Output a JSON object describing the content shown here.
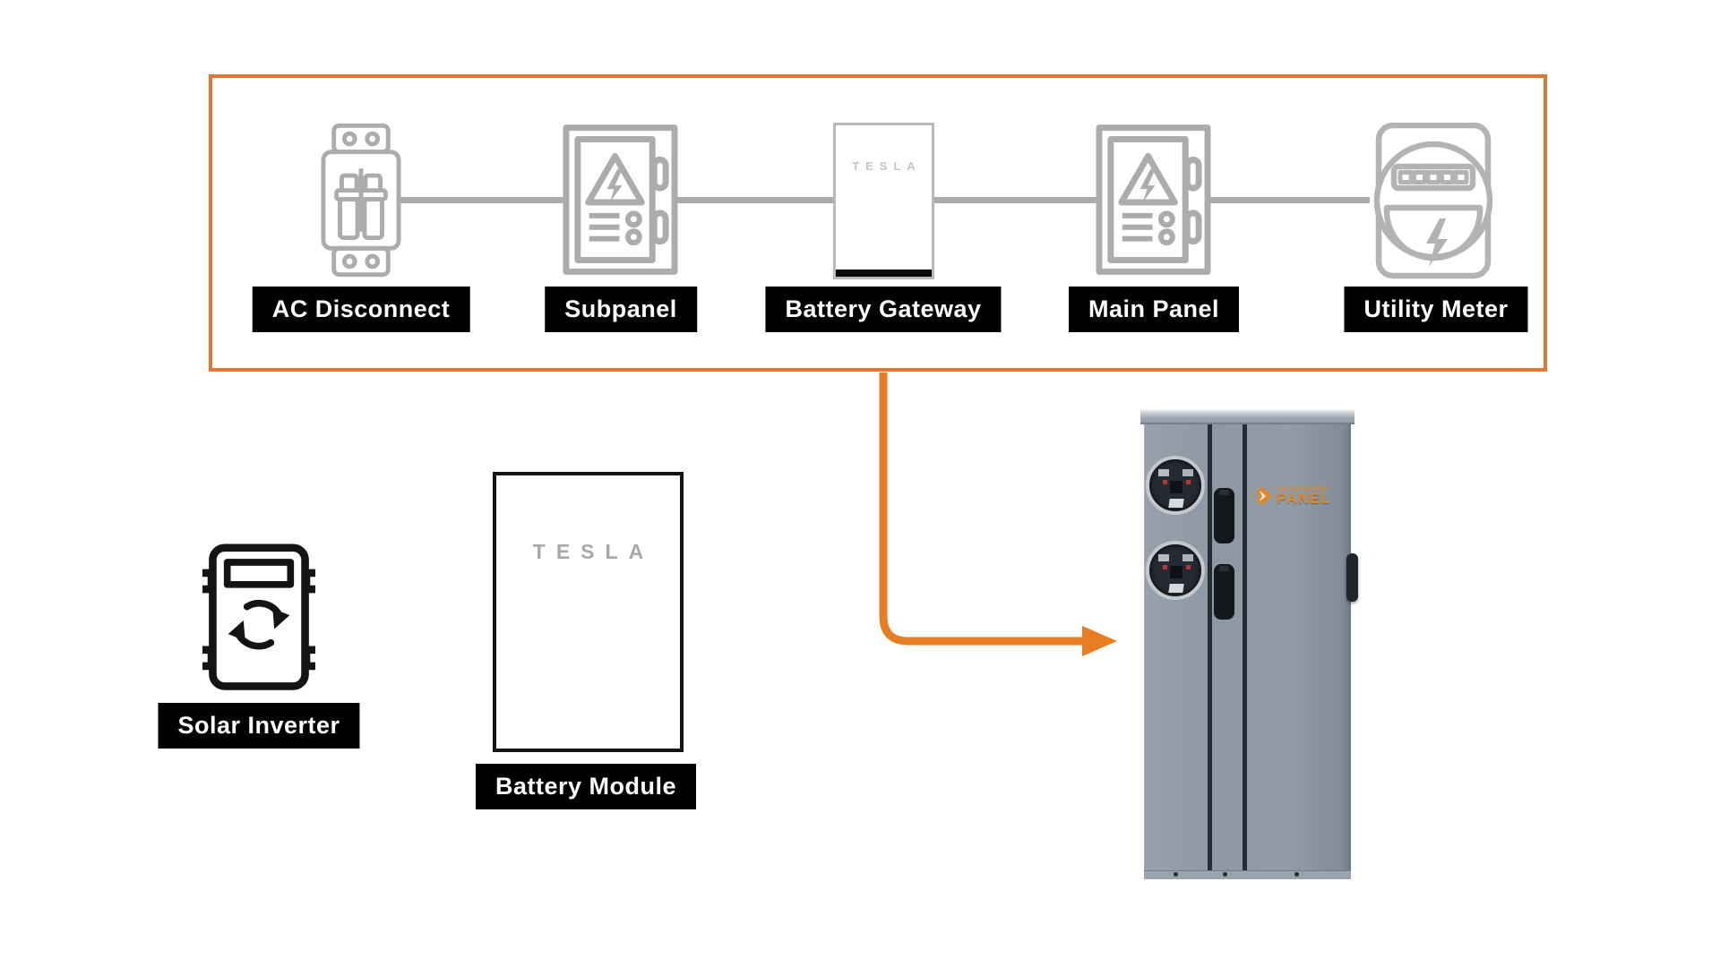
{
  "flow": {
    "nodes": [
      {
        "label": "AC Disconnect"
      },
      {
        "label": "Subpanel"
      },
      {
        "label": "Battery Gateway",
        "brand": "TESLA"
      },
      {
        "label": "Main Panel"
      },
      {
        "label": "Utility Meter"
      }
    ]
  },
  "standalone": {
    "solar_inverter": {
      "label": "Solar Inverter"
    },
    "battery_module": {
      "label": "Battery Module",
      "brand": "TESLA"
    },
    "meter_panel": {
      "logo_text": "PANEL"
    }
  },
  "colors": {
    "accent_orange": "#E2782F",
    "arrow_orange": "#E87E23",
    "icon_gray": "#ACACAC",
    "connector_gray": "#ABABAB",
    "label_bg": "#000000",
    "label_text": "#FFFFFF",
    "panel_body_gray": "#8F99A4",
    "tesla_logo_gray": "#A8A8A8"
  }
}
